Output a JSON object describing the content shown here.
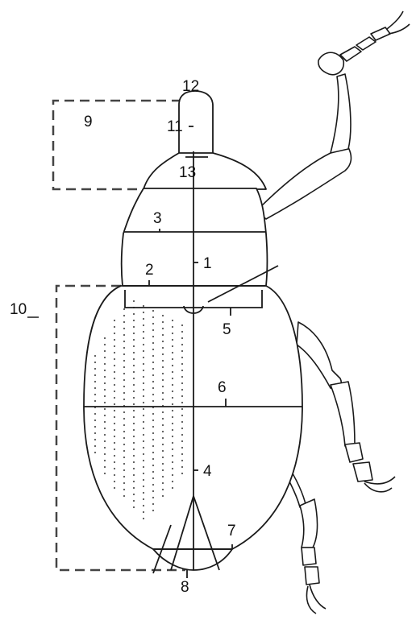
{
  "diagram": {
    "labels": {
      "l1": "1",
      "l2": "2",
      "l3": "3",
      "l4": "4",
      "l5": "5",
      "l6": "6",
      "l7": "7",
      "l8": "8",
      "l9": "9",
      "l10": "10",
      "l11": "11",
      "l12": "12",
      "l13": "13"
    },
    "colors": {
      "stroke": "#1a1a1a",
      "dashed": "#444444",
      "dots": "#555555"
    }
  }
}
